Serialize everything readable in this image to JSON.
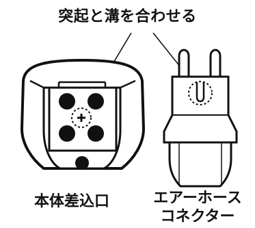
{
  "callout": "突起と溝を合わせる",
  "captions": {
    "body_port": "本体差込口",
    "air_hose_line1": "エアーホース",
    "air_hose_line2": "コネクター"
  }
}
